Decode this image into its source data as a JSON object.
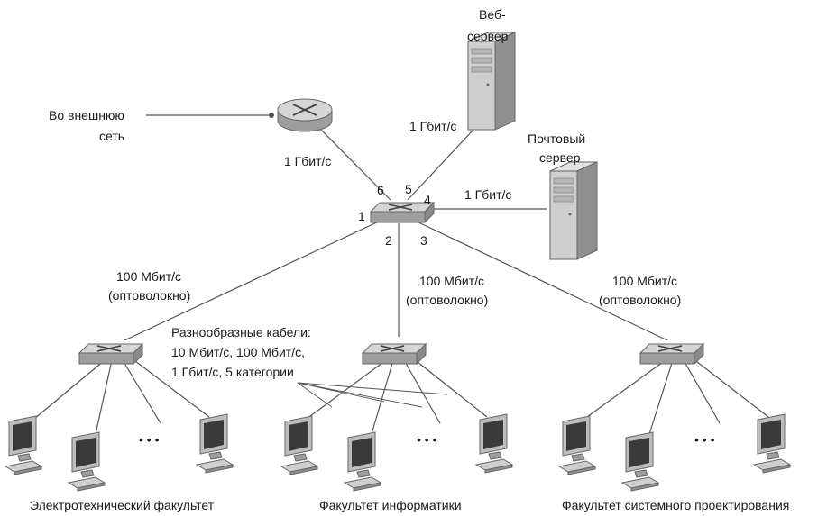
{
  "labels": {
    "external_1": "Во внешнюю",
    "external_2": "сеть",
    "web_server_1": "Веб-",
    "web_server_2": "сервер",
    "mail_server_1": "Почтовый",
    "mail_server_2": "сервер",
    "link_router": "1 Гбит/с",
    "link_web": "1 Гбит/с",
    "link_mail": "1 Гбит/с",
    "link_dept_left_1": "100 Мбит/с",
    "link_dept_left_2": "(оптоволокно)",
    "link_dept_mid_1": "100 Мбит/с",
    "link_dept_mid_2": "(оптоволокно)",
    "link_dept_right_1": "100 Мбит/с",
    "link_dept_right_2": "(оптоволокно)",
    "cables_1": "Разнообразные кабели:",
    "cables_2": "10 Мбит/с, 100 Мбит/с,",
    "cables_3": "1 Гбит/с, 5 категории",
    "dept_ee": "Электротехнический факультет",
    "dept_cs": "Факультет информатики",
    "dept_se": "Факультет системного проектирования",
    "ellipsis": "• • •"
  },
  "ports": [
    "1",
    "2",
    "3",
    "4",
    "5",
    "6"
  ],
  "colors": {
    "device_top": "#d8d8d8",
    "device_side": "#a9a9a9",
    "screen": "#3a3a3a",
    "line": "#555555"
  }
}
